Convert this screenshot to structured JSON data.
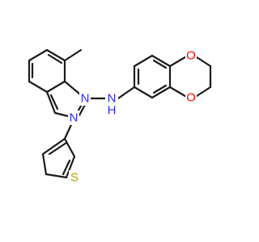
{
  "structure": {
    "atoms": {
      "n_bridge": "N",
      "n_ring": "N",
      "n_amine": "N",
      "h_amine": "H",
      "o_upper": "O",
      "o_lower": "O",
      "s_thiophene": "S"
    },
    "colors": {
      "bond": "#1a1a1a",
      "nitrogen": "#2a2aff",
      "oxygen": "#ff0000",
      "sulfur": "#b8a000",
      "background": "#ffffff"
    }
  }
}
